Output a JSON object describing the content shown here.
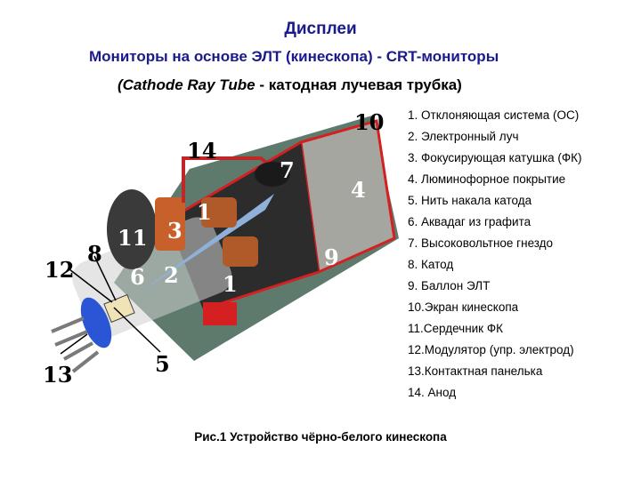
{
  "heading": {
    "title": "Дисплеи",
    "subtitle": "Мониторы на основе ЭЛТ (кинескопа) - CRT-мониторы",
    "subtitle2_italic": "(Cathode Ray Tube",
    "subtitle2_rest": " - катодная лучевая трубка)"
  },
  "legend": [
    "1. Отклоняющая система (ОС)",
    "2. Электронный луч",
    "3. Фокусирующая катушка (ФК)",
    "4. Люминофорное покрытие",
    "5. Нить накала катода",
    "6. Аквадаг из графита",
    "7. Высоковольтное гнездо",
    "8. Катод",
    "9. Баллон ЭЛТ",
    "10.Экран кинескопа",
    "11.Сердечник ФК",
    "12.Модулятор (упр. электрод)",
    "13.Контактная панелька",
    "14. Анод"
  ],
  "figure_labels": {
    "n1a": "1",
    "n1b": "1",
    "n2": "2",
    "n3": "3",
    "n4": "4",
    "n5": "5",
    "n6": "6",
    "n7": "7",
    "n8": "8",
    "n9": "9",
    "n10": "10",
    "n11": "11",
    "n12": "12",
    "n13": "13",
    "n14": "14"
  },
  "caption": "Рис.1 Устройство чёрно-белого кинескопа",
  "colors": {
    "heading": "#1a1a8c",
    "red": "#d42020",
    "glass": "#5d7a6c",
    "screen": "#a6a6a0",
    "copper": "#b05a2a",
    "beam": "#8fb0d8",
    "socket": "#2a56d6"
  }
}
